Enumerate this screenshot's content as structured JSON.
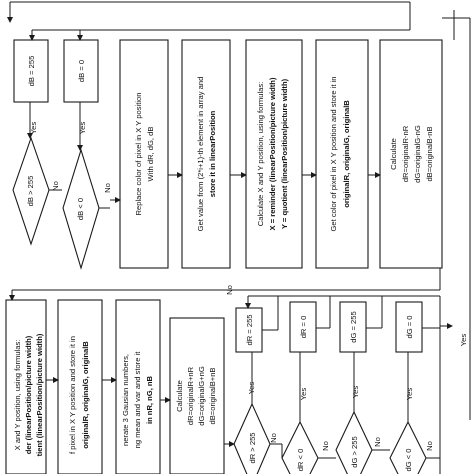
{
  "top_flow": {
    "dB_255_box": "dB = 255",
    "dB_0_box": "dB = 0",
    "dB_gt_255": "dB > 255",
    "dB_lt_0": "dB < 0",
    "yes_1": "Yes",
    "yes_2": "Yes",
    "no_1": "No",
    "no_2": "No",
    "replace_line1": "Replace color of pixel in X Y position",
    "replace_line2": "With dR, dG, dB",
    "getvalue_line1": "Get value from (2*i+1)-th element in array and",
    "getvalue_line2": "store it in linearPosition",
    "calcxy_line1": "Calculate X and Y position, using formulas:",
    "calcxy_line2": "X = reminder (linearPosition/picture width)",
    "calcxy_line3": "Y = quotient (linearPosition/picture width)",
    "getcolor_line1": "Get color of pixel in X Y position and store it in",
    "getcolor_line2": "originalR, originalG, originalB",
    "calc_title": "Calculate",
    "calc_r": "dR=originalR-nR",
    "calc_g": "dG=originalG-nG",
    "calc_b": "dB=originalB-nB",
    "loop_yes": "Yes"
  },
  "bottom_flow": {
    "calcxy_line1": "X and Y position, using formulas:",
    "calcxy_line2": "der (linearPosition/picture width)",
    "calcxy_line3": "tient (linearPosition/picture width)",
    "getcolor_line1": "f pixel in X Y position and store it in",
    "getcolor_line2": "originalR, originalG, originalB",
    "gauss_line1": "nerate 3 Gausian numbers,",
    "gauss_line2": "ng mean and var and store it",
    "gauss_line3": "in nR, nG, nB",
    "calc_title": "Calculate",
    "calc_r": "dR=originalR+nR",
    "calc_g": "dG=originalG+nG",
    "calc_b": "dB=originalB+nB",
    "dR_255_box": "dR = 255",
    "dR_0_box": "dR = 0",
    "dG_255_box": "dG = 255",
    "dG_0_box": "dG = 0",
    "dR_gt_255": "dR > 255",
    "dR_lt_0": "dR < 0",
    "dG_gt_255": "dG > 255",
    "dG_lt_0": "dG < 0",
    "yes_a": "Yes",
    "yes_b": "Yes",
    "yes_c": "Yes",
    "yes_d": "Yes",
    "no_a": "No",
    "no_b": "No",
    "no_c": "No",
    "no_d": "No"
  }
}
